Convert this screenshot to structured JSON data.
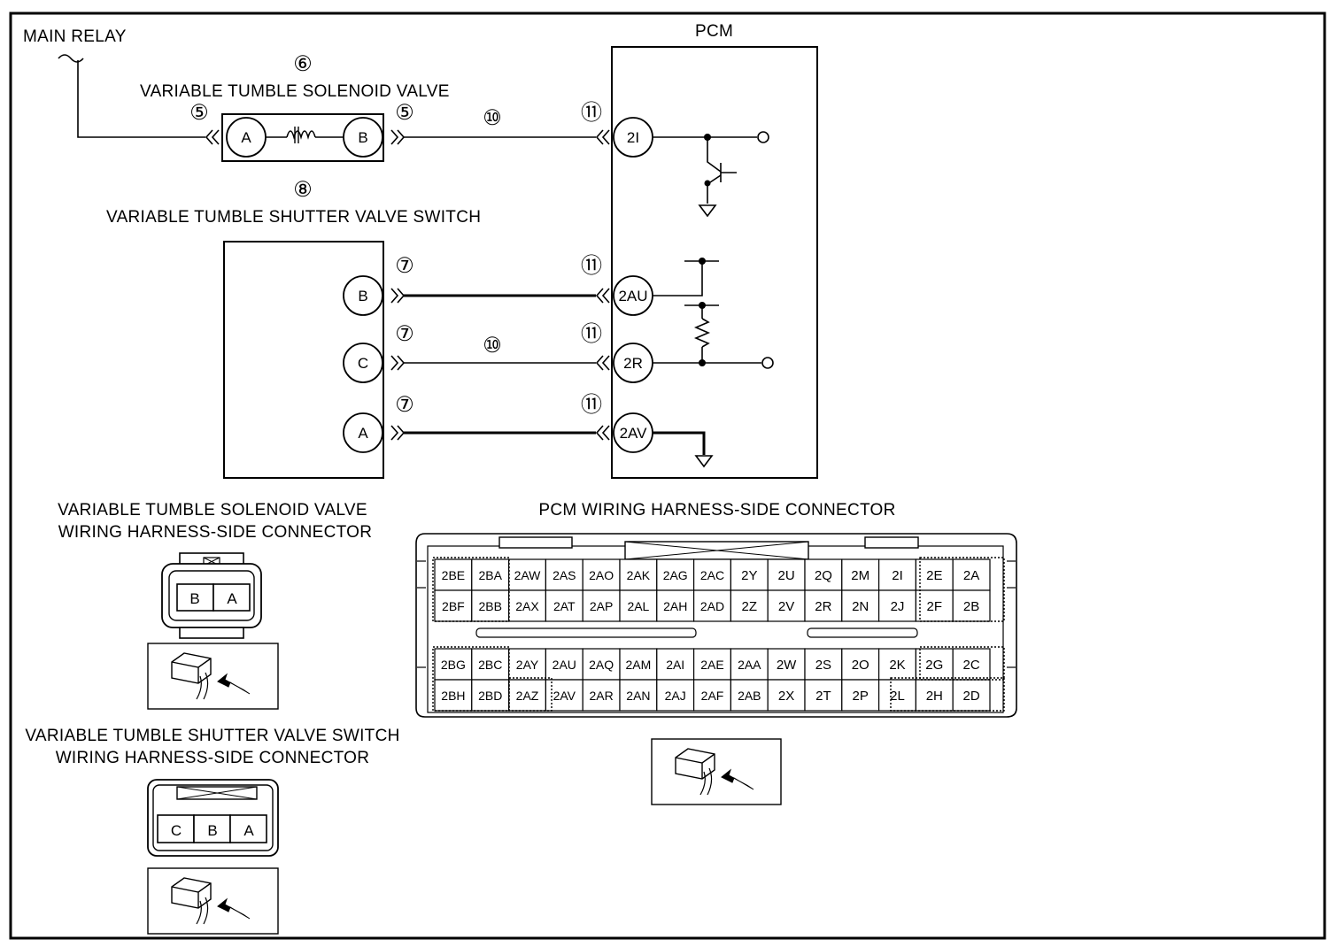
{
  "labels": {
    "main_relay": "MAIN RELAY",
    "pcm": "PCM",
    "solenoid_valve": "VARIABLE TUMBLE SOLENOID VALVE",
    "shutter_switch": "VARIABLE TUMBLE SHUTTER VALVE SWITCH",
    "pcm_connector": "PCM WIRING HARNESS-SIDE CONNECTOR",
    "solenoid_connector_l1": "VARIABLE TUMBLE SOLENOID VALVE",
    "solenoid_connector_l2": "WIRING HARNESS-SIDE CONNECTOR",
    "switch_connector_l1": "VARIABLE TUMBLE SHUTTER VALVE SWITCH",
    "switch_connector_l2": "WIRING HARNESS-SIDE CONNECTOR"
  },
  "callouts": {
    "c5": "⑤",
    "c6": "⑥",
    "c7": "⑦",
    "c8": "⑧",
    "c10": "⑩",
    "c11": "⑪"
  },
  "pins": {
    "solenoid_a": "A",
    "solenoid_b": "B",
    "switch_b": "B",
    "switch_c": "C",
    "switch_a": "A",
    "pcm_2i": "2I",
    "pcm_2au": "2AU",
    "pcm_2r": "2R",
    "pcm_2av": "2AV"
  },
  "small_connectors": {
    "solenoid_cells": [
      "B",
      "A"
    ],
    "switch_cells": [
      "C",
      "B",
      "A"
    ]
  },
  "pcm_connector_rows": [
    [
      "2BE",
      "2BA",
      "2AW",
      "2AS",
      "2AO",
      "2AK",
      "2AG",
      "2AC",
      "2Y",
      "2U",
      "2Q",
      "2M",
      "2I",
      "2E",
      "2A"
    ],
    [
      "2BF",
      "2BB",
      "2AX",
      "2AT",
      "2AP",
      "2AL",
      "2AH",
      "2AD",
      "2Z",
      "2V",
      "2R",
      "2N",
      "2J",
      "2F",
      "2B"
    ],
    [
      "2BG",
      "2BC",
      "2AY",
      "2AU",
      "2AQ",
      "2AM",
      "2AI",
      "2AE",
      "2AA",
      "2W",
      "2S",
      "2O",
      "2K",
      "2G",
      "2C"
    ],
    [
      "2BH",
      "2BD",
      "2AZ",
      "2AV",
      "2AR",
      "2AN",
      "2AJ",
      "2AF",
      "2AB",
      "2X",
      "2T",
      "2P",
      "2L",
      "2H",
      "2D"
    ]
  ]
}
